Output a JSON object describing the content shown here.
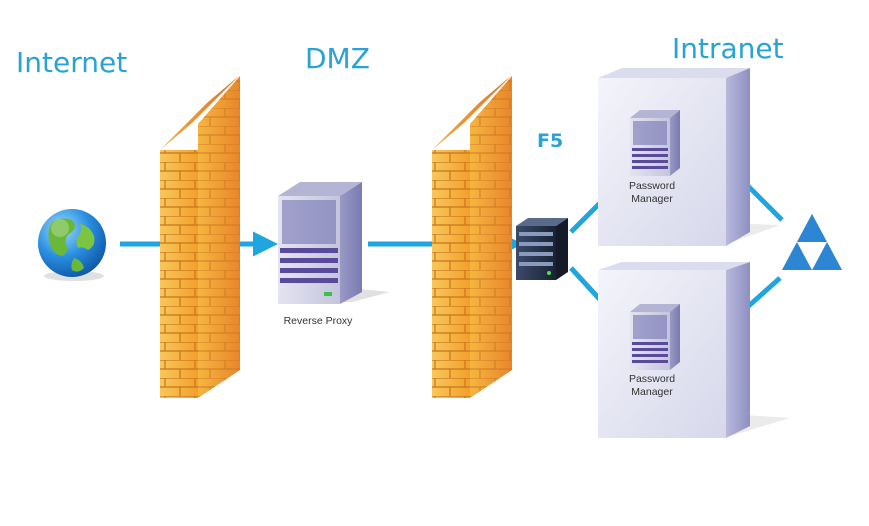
{
  "zones": {
    "internet": "Internet",
    "dmz": "DMZ",
    "intranet": "Intranet"
  },
  "nodes": {
    "load_balancer": "F5",
    "reverse_proxy": "Reverse Proxy",
    "password_manager_1": {
      "line1": "Password",
      "line2": "Manager"
    },
    "password_manager_2": {
      "line1": "Password",
      "line2": "Manager"
    }
  },
  "icons": {
    "internet": "globe-icon",
    "firewalls": "brick-wall-icon",
    "reverse_proxy": "server-icon",
    "load_balancer": "network-appliance-icon",
    "password_managers": "server-icon",
    "database": "triforce-icon"
  },
  "colors": {
    "accent": "#29a3d6",
    "connector": "#1fa6e0",
    "brick": "#f2a22e",
    "server_purple": "#5a4a9c"
  }
}
